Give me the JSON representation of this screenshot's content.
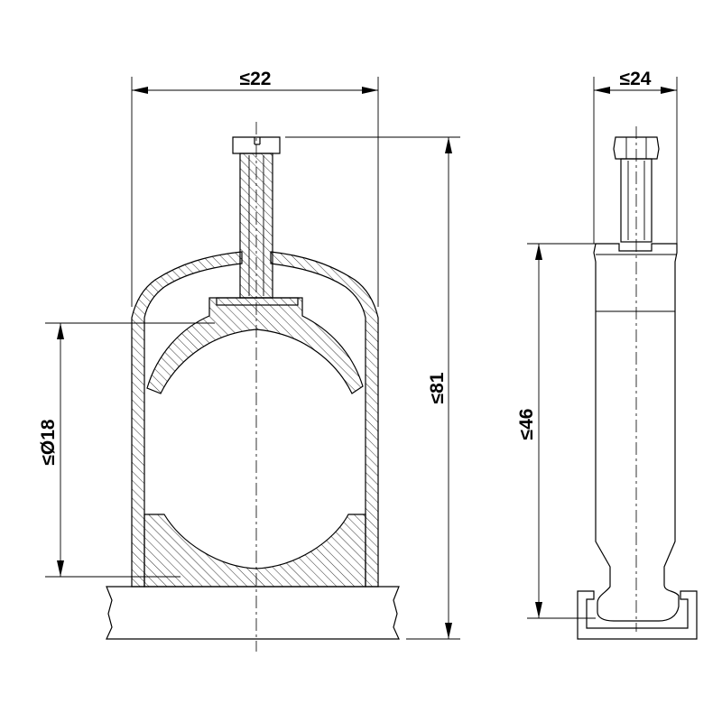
{
  "drawing": {
    "front_view": {
      "width_dim": "≤22",
      "height_dim": "≤81",
      "diameter_dim": "≤Ø18"
    },
    "side_view": {
      "width_dim": "≤24",
      "height_dim": "≤46"
    }
  }
}
